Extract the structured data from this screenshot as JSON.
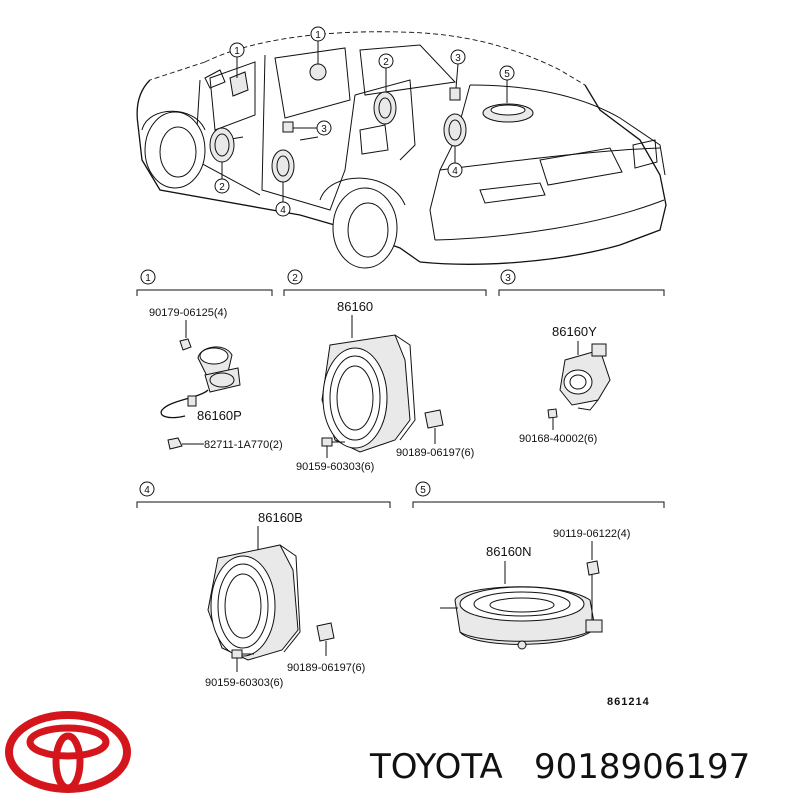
{
  "car_callouts": [
    "1",
    "1",
    "2",
    "3",
    "5",
    "3",
    "2",
    "4",
    "4"
  ],
  "sections": [
    {
      "number": "1",
      "parts": [
        "90179-06125(4)",
        "86160P",
        "82711-1A770(2)"
      ]
    },
    {
      "number": "2",
      "parts": [
        "86160",
        "90189-06197(6)",
        "90159-60303(6)"
      ]
    },
    {
      "number": "3",
      "parts": [
        "86160Y",
        "90168-40002(6)"
      ]
    },
    {
      "number": "4",
      "parts": [
        "86160B",
        "90189-06197(6)",
        "90159-60303(6)"
      ]
    },
    {
      "number": "5",
      "parts": [
        "90119-06122(4)",
        "86160N"
      ]
    }
  ],
  "diagram_code": "861214",
  "footer": {
    "brand": "TOYOTA",
    "part_number": "9018906197"
  },
  "colors": {
    "logo": "#d4151c",
    "ink": "#111111"
  },
  "icons": {
    "logo": "toyota-logo-icon"
  }
}
